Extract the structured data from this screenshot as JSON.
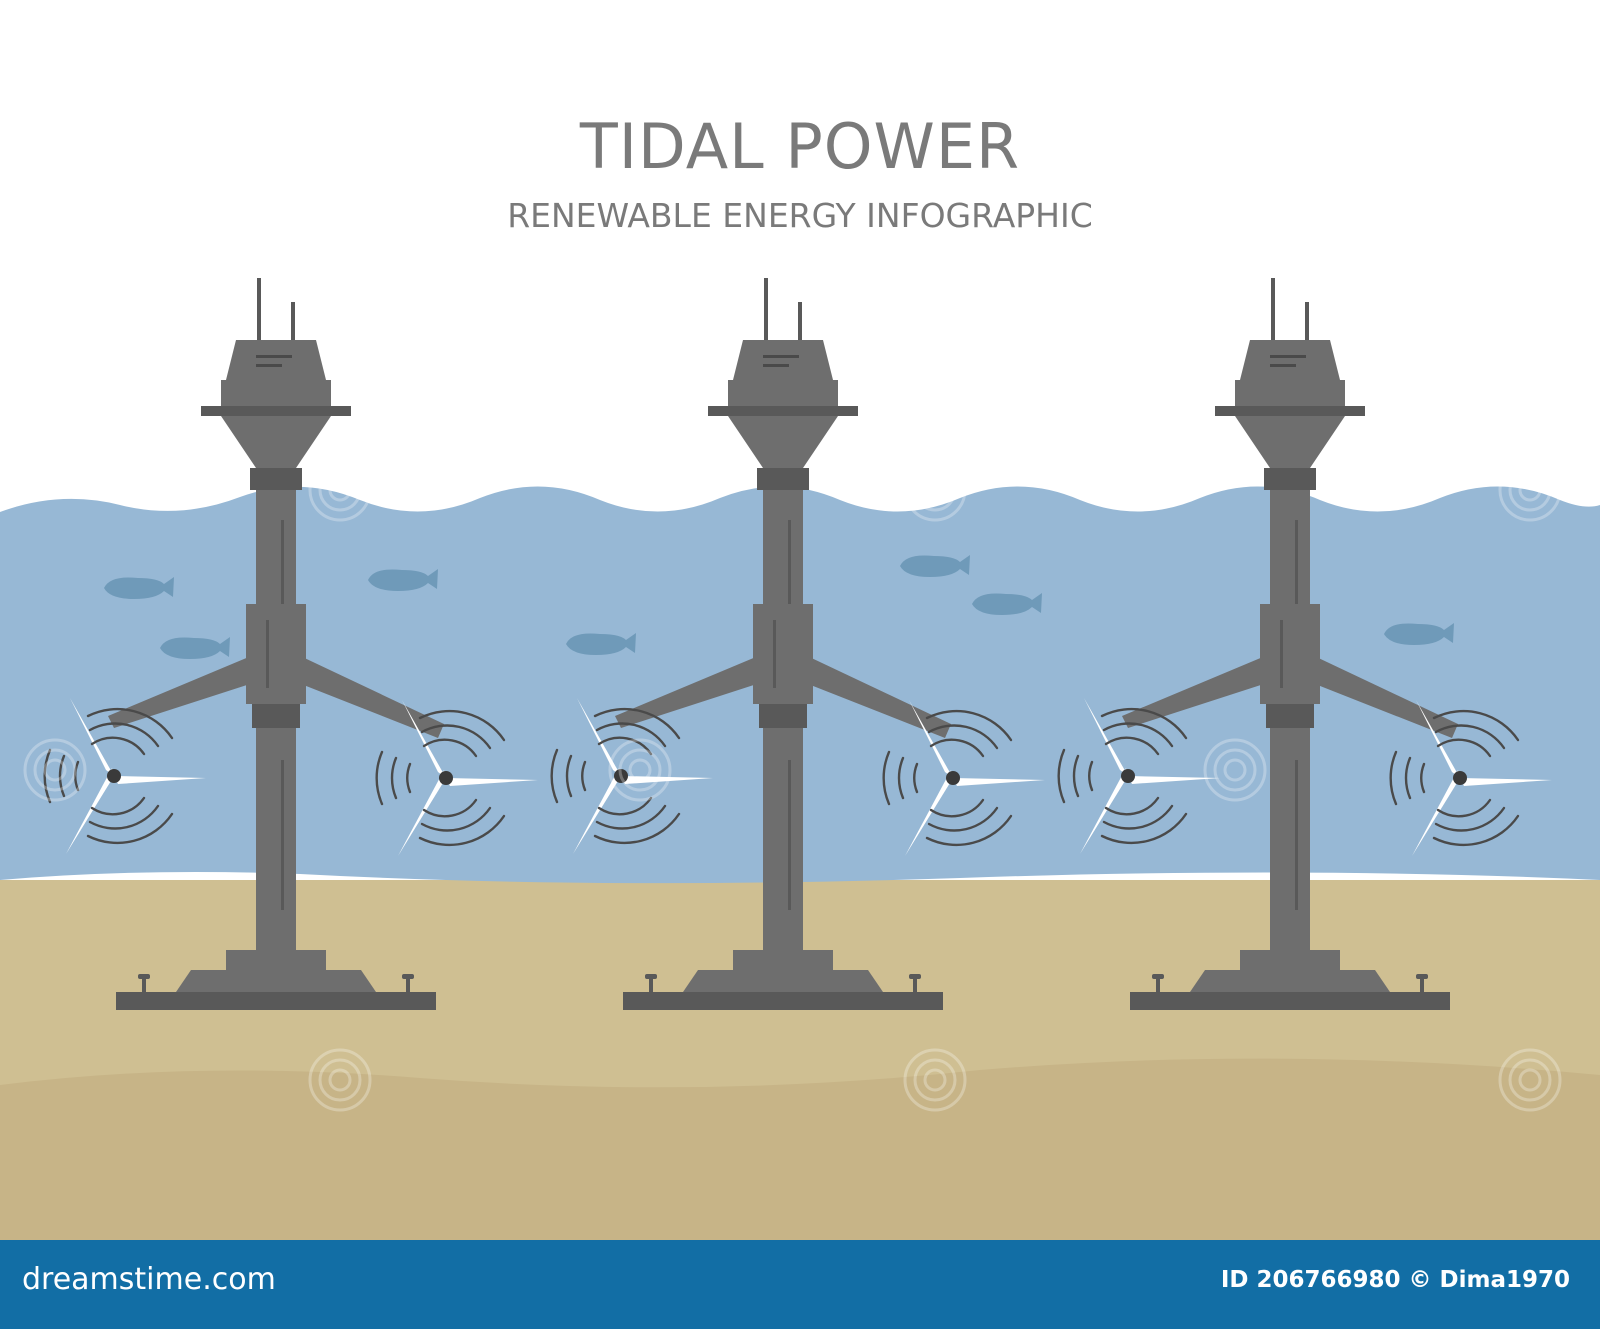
{
  "title": "TIDAL POWER",
  "subtitle": "RENEWABLE ENERGY INFOGRAPHIC",
  "watermark": {
    "text": "dreamstime"
  },
  "footer": {
    "brand": "dreamstime.com",
    "image_id": "ID 206766980 © Dima1970"
  },
  "colors": {
    "water": "#97b8d5",
    "sand": "#cfbf92",
    "sand_deep": "#c7b487",
    "tower": "#6e6e6e",
    "tower_dark": "#595959",
    "fish": "#6f9ab9",
    "blade": "#ffffff",
    "footer": "#126ea5"
  },
  "structures": [
    {
      "name": "tidal-turbine-tower-left"
    },
    {
      "name": "tidal-turbine-tower-center"
    },
    {
      "name": "tidal-turbine-tower-right"
    }
  ]
}
